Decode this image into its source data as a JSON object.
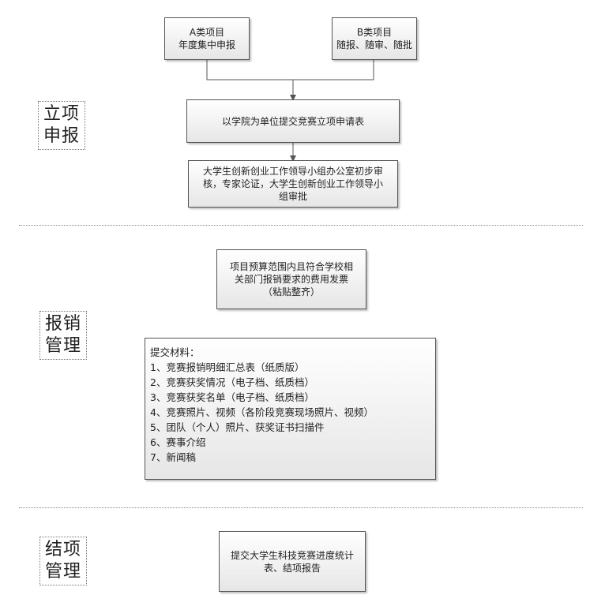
{
  "stages": {
    "apply": [
      "立项",
      "申报"
    ],
    "reimburse": [
      "报销",
      "管理"
    ],
    "close": [
      "结项",
      "管理"
    ]
  },
  "boxes": {
    "class_a": [
      "A类项目",
      "年度集中申报"
    ],
    "class_b": [
      "B类项目",
      "随报、随审、随批"
    ],
    "submit_form": [
      "以学院为单位提交竞赛立项申请表"
    ],
    "review": [
      "大学生创新创业工作领导小组办公室初步审",
      "核，专家论证，大学生创新创业工作领导小",
      "组审批"
    ],
    "invoice": [
      "项目预算范围内且符合学校相",
      "关部门报销要求的费用发票",
      "（粘贴整齐）"
    ],
    "materials": [
      "提交材料：",
      "1、竞赛报销明细汇总表（纸质版）",
      "2、竞赛获奖情况（电子档、纸质档）",
      "3、竞赛获奖名单（电子档、纸质档）",
      "4、竞赛照片、视频（各阶段竞赛现场照片、视频）",
      "5、团队（个人）照片、获奖证书扫描件",
      "6、赛事介绍",
      "7、新闻稿"
    ],
    "final_report": [
      "提交大学生科技竞赛进度统计",
      "表、结项报告"
    ]
  }
}
